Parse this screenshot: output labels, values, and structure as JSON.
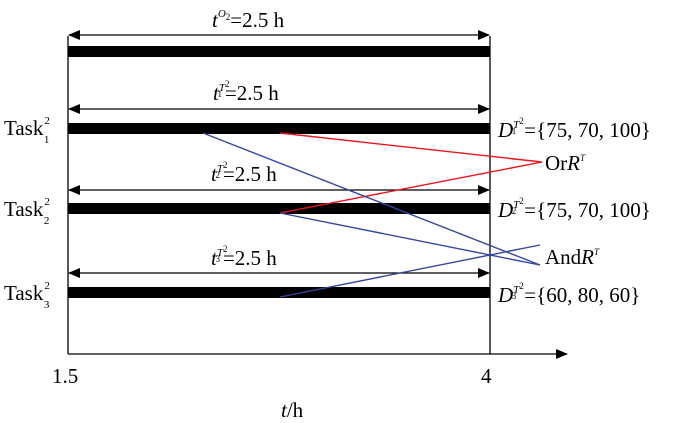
{
  "axis": {
    "tick_start": "1.5",
    "tick_end": "4",
    "label_t": "t",
    "label_unit": "/h"
  },
  "top_duration": {
    "t": "t",
    "sup": "O",
    "sub": "2",
    "value": "=2.5 h"
  },
  "tasks": [
    {
      "name": "Task",
      "index_sup": "2",
      "index_sub": "1",
      "dur_t": "t",
      "dur_sup": "T",
      "dur_sup2": "2",
      "dur_sub": "1",
      "dur_value": "=2.5 h",
      "d_letter": "D",
      "d_sup": "T",
      "d_sup2": "2",
      "d_sub": "1",
      "d_value": "={75, 70, 100}"
    },
    {
      "name": "Task",
      "index_sup": "2",
      "index_sub": "2",
      "dur_t": "t",
      "dur_sup": "T",
      "dur_sup2": "2",
      "dur_sub": "2",
      "dur_value": "=2.5 h",
      "d_letter": "D",
      "d_sup": "T",
      "d_sup2": "2",
      "d_sub": "2",
      "d_value": "={75, 70, 100}"
    },
    {
      "name": "Task",
      "index_sup": "2",
      "index_sub": "3",
      "dur_t": "t",
      "dur_sup": "T",
      "dur_sup2": "2",
      "dur_sub": "3",
      "dur_value": "=2.5 h",
      "d_letter": "D",
      "d_sup": "T",
      "d_sup2": "2",
      "d_sub": "3",
      "d_value": "={60, 80, 60}"
    }
  ],
  "relations": {
    "or_prefix": "Or",
    "or_R": "R",
    "or_sup": "T",
    "and_prefix": "And",
    "and_R": "R",
    "and_sup": "T",
    "or_color": "#e8141e",
    "and_color": "#3446a0"
  }
}
